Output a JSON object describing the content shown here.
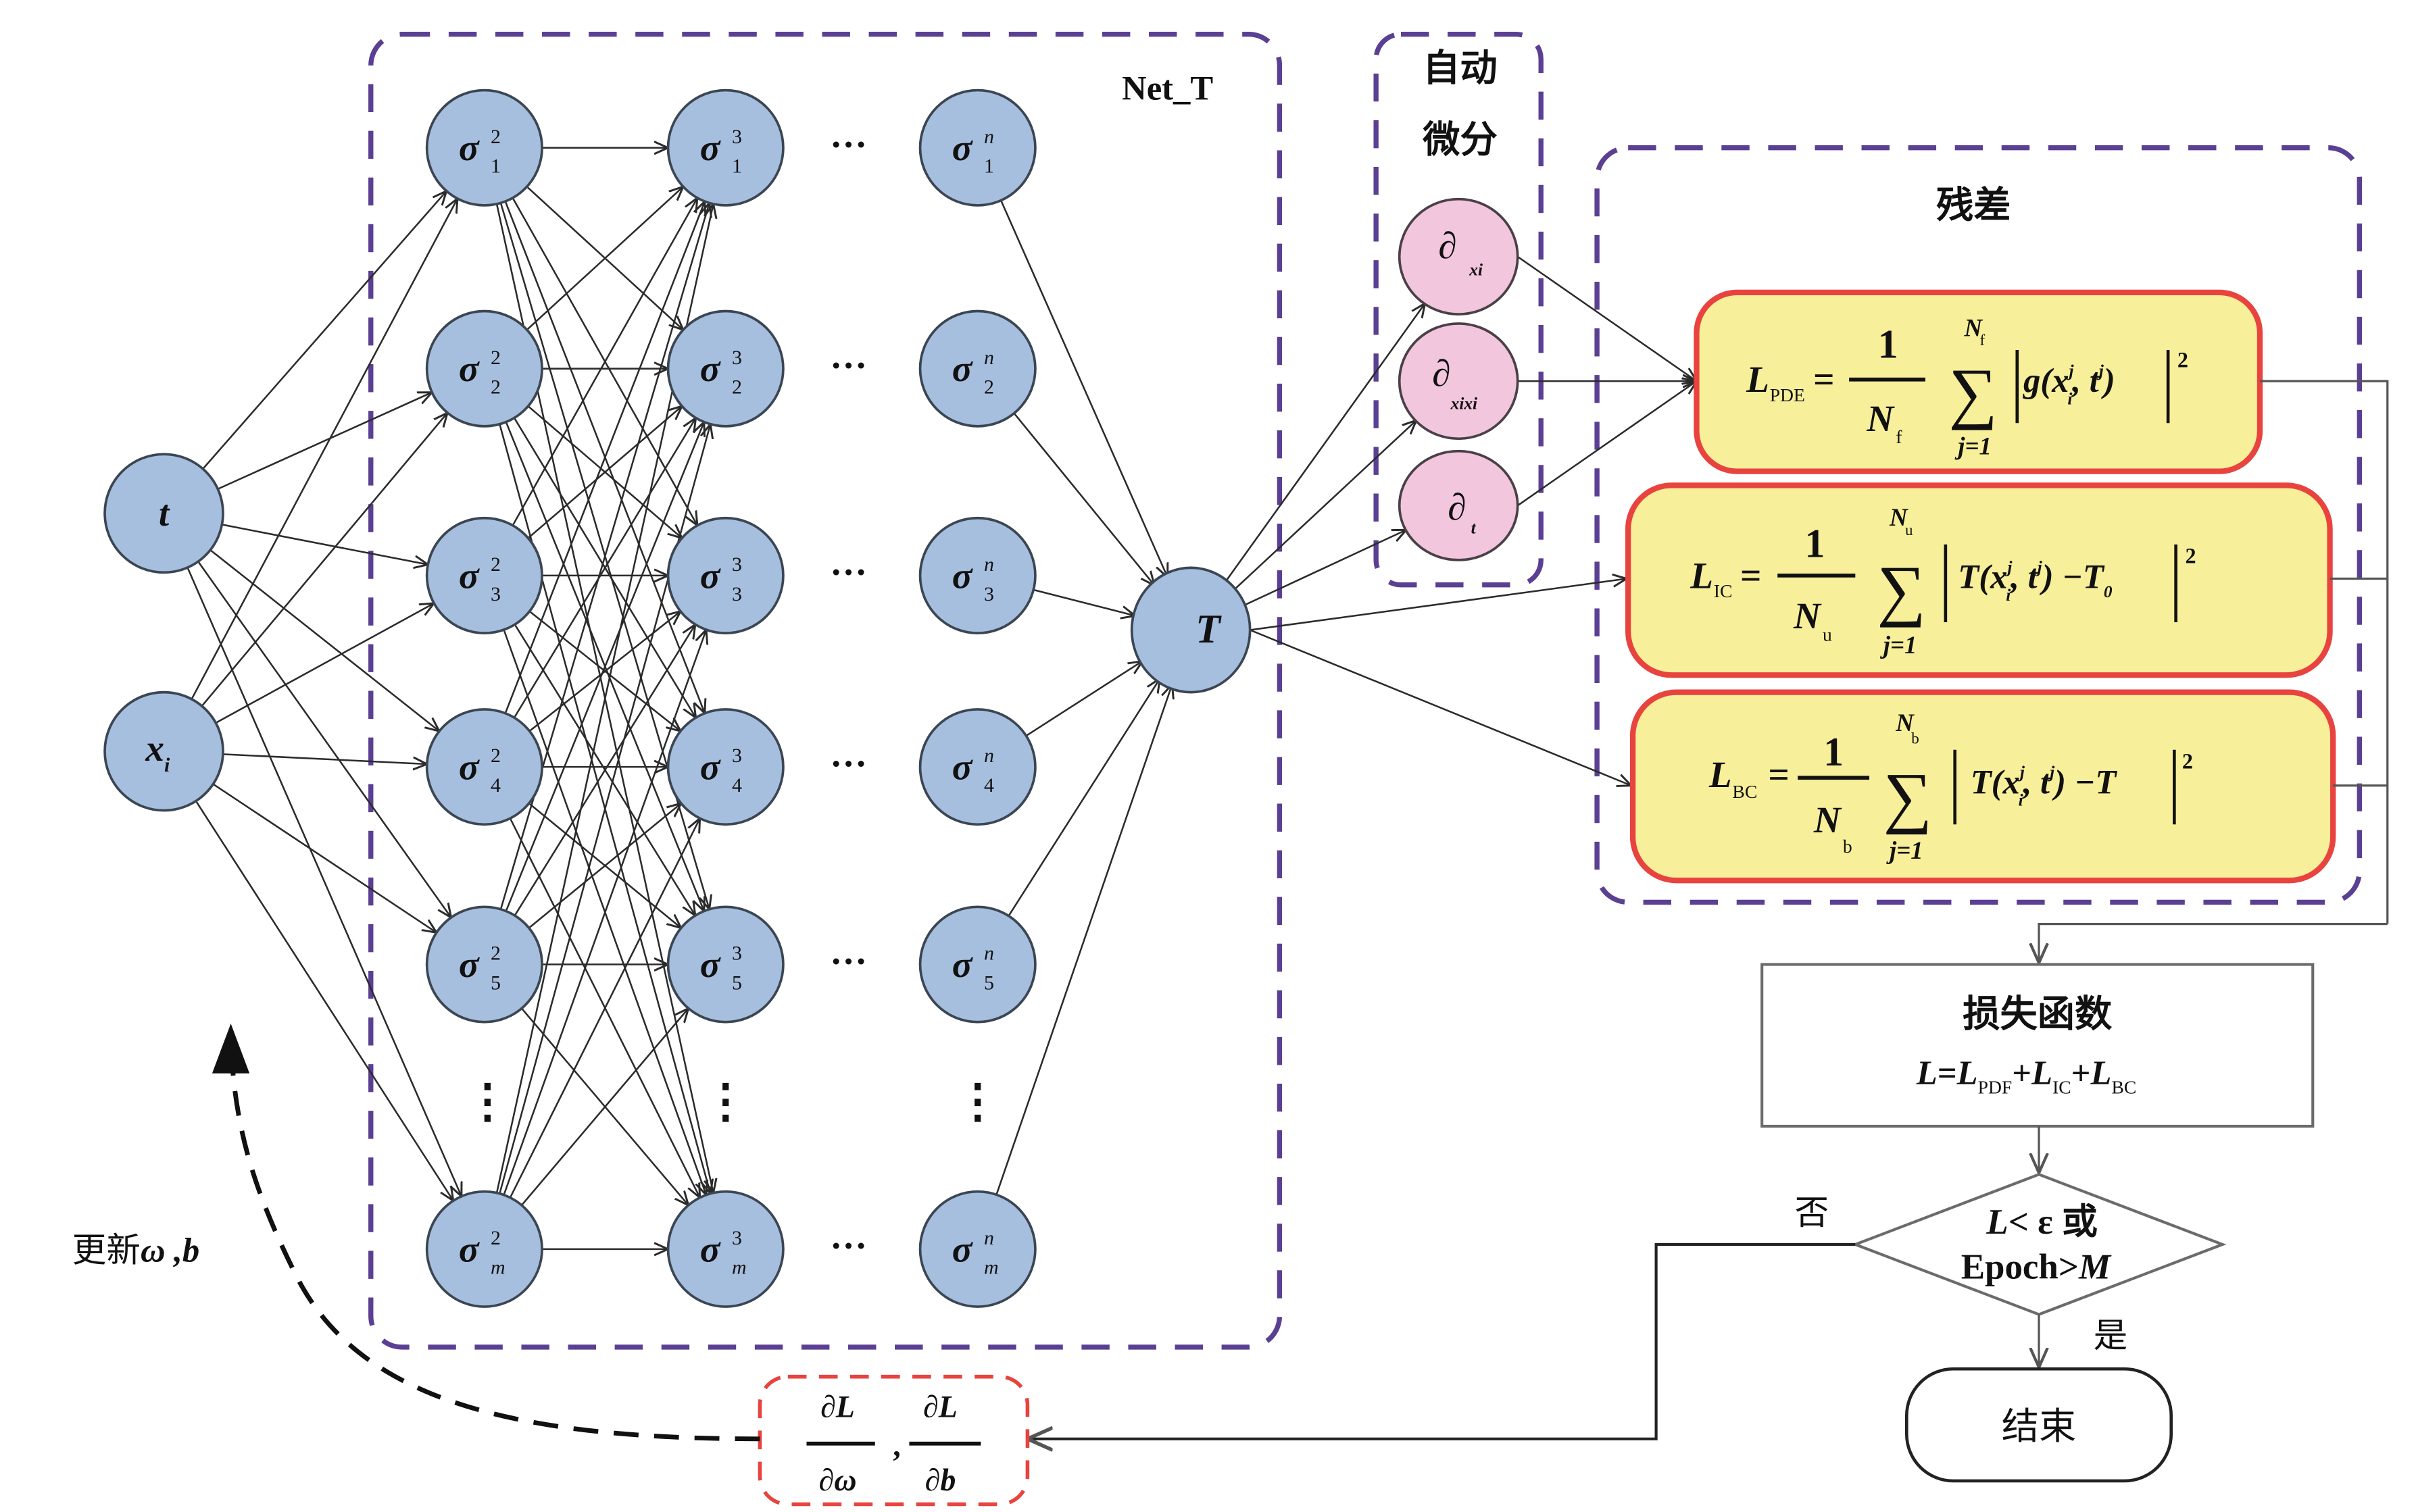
{
  "figure": {
    "net_label": "Net_T",
    "autodiff_label_line1": "自动",
    "autodiff_label_line2": "微分",
    "residual_label": "残差",
    "update_label": "更新",
    "update_params": "ω ,b"
  },
  "inputs": [
    {
      "symbol": "t",
      "sub": ""
    },
    {
      "symbol": "x",
      "sub": "i"
    }
  ],
  "hidden_layers": [
    {
      "symbol": "σ",
      "sup": "2",
      "subs": [
        "1",
        "2",
        "3",
        "4",
        "5",
        "m"
      ]
    },
    {
      "symbol": "σ",
      "sup": "3",
      "subs": [
        "1",
        "2",
        "3",
        "4",
        "5",
        "m"
      ]
    },
    {
      "symbol": "σ",
      "sup": "n",
      "subs": [
        "1",
        "2",
        "3",
        "4",
        "5",
        "m"
      ]
    }
  ],
  "ellipsis_h": "···",
  "ellipsis_v": "⋮",
  "output_node": {
    "symbol": "T"
  },
  "autodiff_nodes": [
    {
      "symbol": "∂",
      "sub": "xi"
    },
    {
      "symbol": "∂",
      "sub": "xixi"
    },
    {
      "symbol": "∂",
      "sub": "t"
    }
  ],
  "residuals": {
    "pde": {
      "lhs": "L",
      "lhs_sub": "PDE",
      "num": "1",
      "den": "N",
      "den_sub": "f",
      "sum_top": "N",
      "sum_top_sub": "f",
      "sum_bottom": "j=1",
      "body": "g(x",
      "body_sup": "j",
      "body_sub": "i",
      "body_rest": ", t",
      "body_rest_sup": "j",
      "body_close": ")",
      "power": "2"
    },
    "ic": {
      "lhs": "L",
      "lhs_sub": "IC",
      "num": "1",
      "den": "N",
      "den_sub": "u",
      "sum_top": "N",
      "sum_top_sub": "u",
      "sum_bottom": "j=1",
      "body": "T(x",
      "body_sup": "j",
      "body_sub": "i",
      "body_rest": ", t",
      "body_rest_sup": "j",
      "body_close": ") −T",
      "body_close_sub": "0",
      "power": "2"
    },
    "bc": {
      "lhs": "L",
      "lhs_sub": "BC",
      "num": "1",
      "den": "N",
      "den_sub": "b",
      "sum_top": "N",
      "sum_top_sub": "b",
      "sum_bottom": "j=1",
      "body": "T(x",
      "body_sup": "j",
      "body_sub": "i",
      "body_rest": ", t",
      "body_rest_sup": "j",
      "body_close": ") −T",
      "power": "2"
    }
  },
  "loss_box": {
    "title": "损失函数",
    "formula_L": "L",
    "eq": "=",
    "term1": "L",
    "term1_sub": "PDF",
    "plus": "+",
    "term2": "L",
    "term2_sub": "IC",
    "term3": "L",
    "term3_sub": "BC"
  },
  "decision": {
    "line1_L": "L",
    "line1_rest": "< ε 或",
    "line2": "Epoch>",
    "line2_M": "M",
    "no_label": "否",
    "yes_label": "是"
  },
  "end_box": {
    "label": "结束"
  },
  "gradient_box": {
    "num1": "∂L",
    "den1": "∂ω",
    "sep": ",",
    "num2": "∂L",
    "den2": "∂b"
  }
}
